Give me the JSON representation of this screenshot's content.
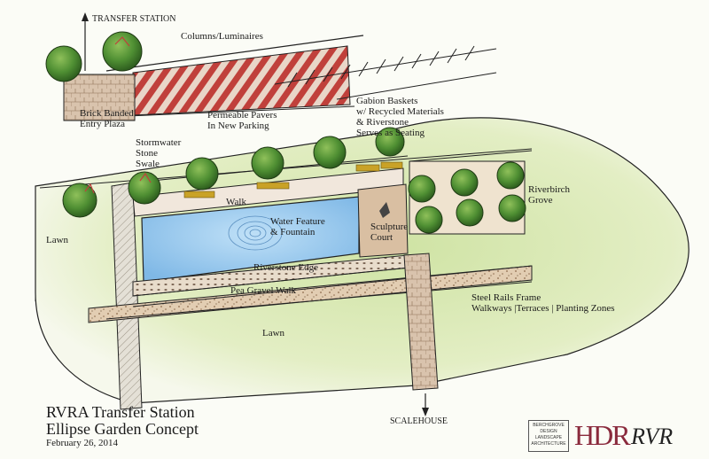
{
  "title": {
    "line1": "RVRA Transfer Station",
    "line2": "Ellipse Garden Concept",
    "date": "February 26, 2014"
  },
  "labels": {
    "transfer_station": "TRANSFER STATION",
    "columns": "Columns/Luminaires",
    "brick_plaza": "Brick Banded\nEntry Plaza",
    "permeable_pavers": "Permeable Pavers\nIn New Parking",
    "gabion": "Gabion Baskets\nw/ Recycled Materials\n& Riverstone\nServes as Seating",
    "stormwater": "Stormwater\nStone\nSwale",
    "riverbirch": "Riverbirch\nGrove",
    "walk": "Walk",
    "water_feature": "Water Feature\n& Fountain",
    "sculpture": "Sculpture\nCourt",
    "riverstone_edge": "Riverstone Edge",
    "pea_gravel": "Pea Gravel Walk",
    "lawn_left": "Lawn",
    "lawn_bottom": "Lawn",
    "steel_rails": "Steel Rails Frame\nWalkways |Terraces | Planting Zones",
    "scalehouse": "SCALEHOUSE"
  },
  "logos": {
    "design_firm": "BERCHGROVE\nDESIGN\nLANDSCAPE\nARCHITECTURE",
    "hdr": "HDR",
    "rvra": "RVR"
  },
  "colors": {
    "lawn": "#cfe3a4",
    "water": "#8fc7ee",
    "brick": "#b8322e",
    "tree": "#3f7d2c",
    "paving": "#d9bfa2",
    "hdr": "#8a2a3c"
  }
}
